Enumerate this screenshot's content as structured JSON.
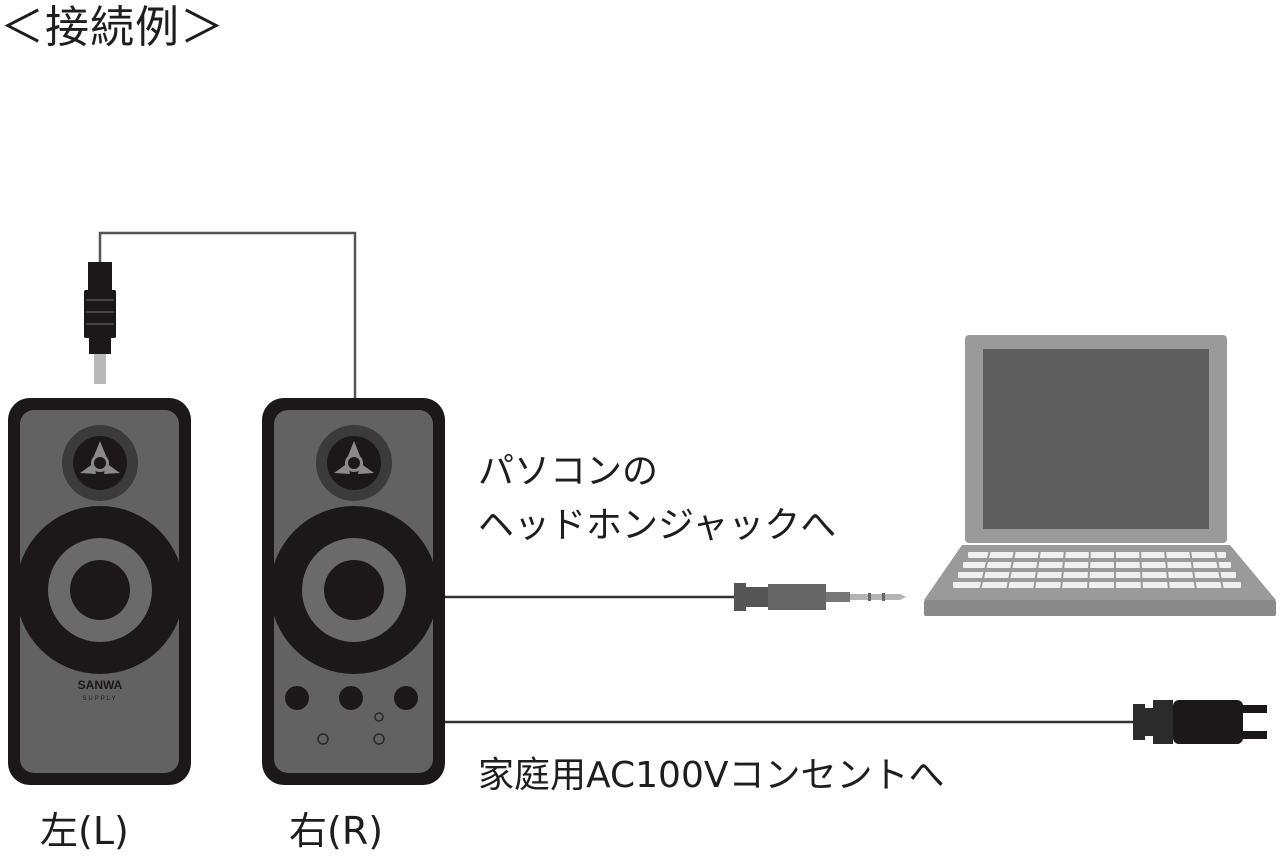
{
  "title": "＜接続例＞",
  "labels": {
    "pc_headphone_line1": "パソコンの",
    "pc_headphone_line2": "ヘッドホンジャックへ",
    "outlet": "家庭用AC100Vコンセントへ"
  },
  "speakers": {
    "left": "左(L)",
    "right": "右(R)"
  },
  "brand_logo": "SANWA SUPPLY",
  "colors": {
    "cabinet": "#1c1718",
    "baffle": "#626262",
    "cable": "#555555",
    "laptop_body": "#9a9a9a",
    "laptop_screen": "#5e5e5e"
  }
}
